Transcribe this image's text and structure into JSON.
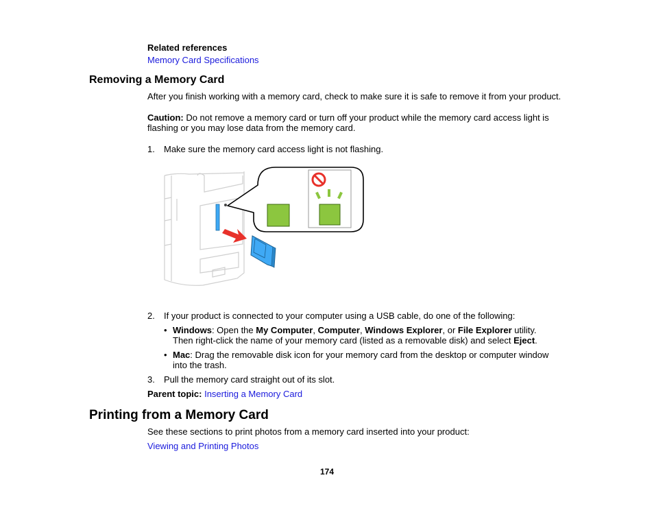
{
  "related": {
    "heading": "Related references",
    "link": "Memory Card Specifications"
  },
  "section1": {
    "title": "Removing a Memory Card",
    "intro": "After you finish working with a memory card, check to make sure it is safe to remove it from your product.",
    "caution_label": "Caution:",
    "caution_line1": " Do not remove a memory card or turn off your product while the memory card access light is",
    "caution_line2": "flashing or you may lose data from the memory card.",
    "step1_num": "1.",
    "step1_text": "Make sure the memory card access light is not flashing.",
    "step2_num": "2.",
    "step2_text": "If your product is connected to your computer using a USB cable, do one of the following:",
    "bullet_char": "•",
    "b1": {
      "t1": "Windows",
      "t2": ": Open the ",
      "t3": "My Computer",
      "t4": ", ",
      "t5": "Computer",
      "t6": ", ",
      "t7": "Windows Explorer",
      "t8": ", or ",
      "t9": "File Explorer",
      "t10": " utility.",
      "l2a": "Then right-click the name of your memory card (listed as a removable disk) and select ",
      "l2b": "Eject",
      "l2c": "."
    },
    "b2": {
      "t1": "Mac",
      "t2": ": Drag the removable disk icon for your memory card from the desktop or computer window",
      "l2": "into the trash."
    },
    "step3_num": "3.",
    "step3_text": "Pull the memory card straight out of its slot.",
    "parent_label": "Parent topic:",
    "parent_link": "Inserting a Memory Card"
  },
  "section2": {
    "title": "Printing from a Memory Card",
    "intro": "See these sections to print photos from a memory card inserted into your product:",
    "link": "Viewing and Printing Photos"
  },
  "page_number": "174",
  "colors": {
    "link": "#1a1adc",
    "light_green": "#8cc63f",
    "card_blue": "#3fa9f5",
    "arrow_red": "#e8312a",
    "prohibit_red": "#e8312a"
  }
}
